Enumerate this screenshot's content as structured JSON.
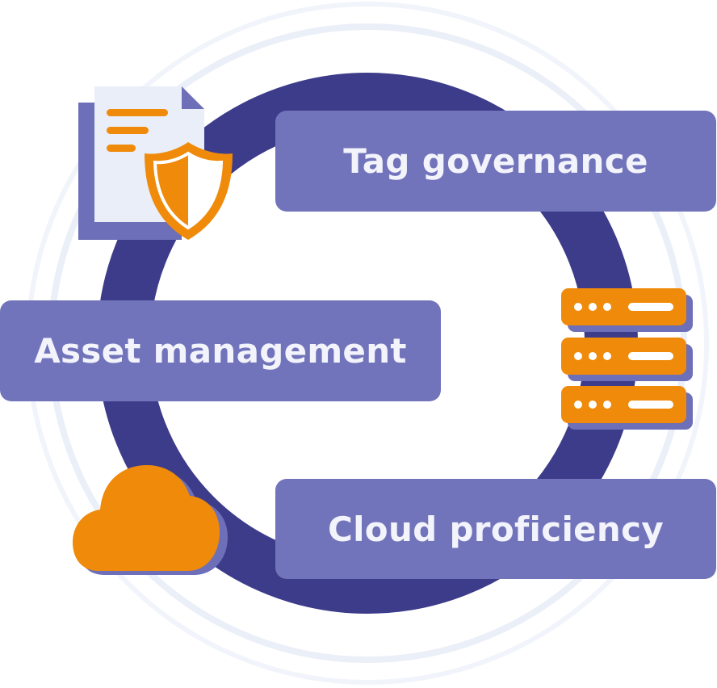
{
  "labels": {
    "tag_governance": "Tag governance",
    "asset_management": "Asset management",
    "cloud_proficiency": "Cloud proficiency"
  },
  "icons": [
    "document-shield-icon",
    "server-stack-icon",
    "cloud-icon"
  ],
  "colors": {
    "ring": "#3c3c8a",
    "label_bg": "#7274bb",
    "accent": "#f08a0a",
    "halo": "#eef2f9"
  }
}
